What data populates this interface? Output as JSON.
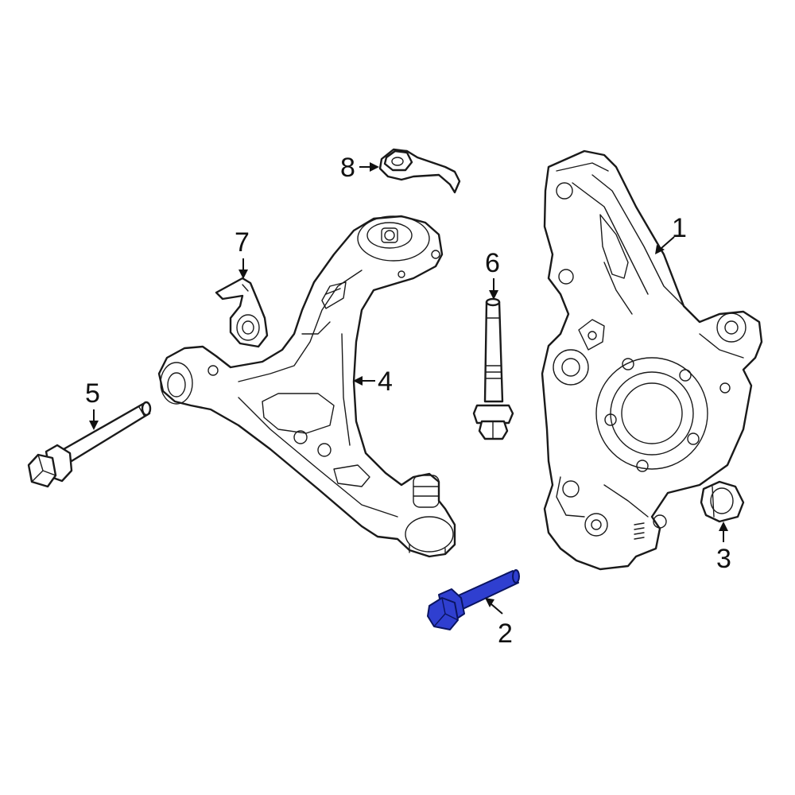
{
  "callouts": [
    {
      "id": "1",
      "label": "1"
    },
    {
      "id": "2",
      "label": "2"
    },
    {
      "id": "3",
      "label": "3"
    },
    {
      "id": "4",
      "label": "4"
    },
    {
      "id": "5",
      "label": "5"
    },
    {
      "id": "6",
      "label": "6"
    },
    {
      "id": "7",
      "label": "7"
    },
    {
      "id": "8",
      "label": "8"
    }
  ],
  "highlighted_part": "2",
  "colors": {
    "highlight": "#2f3fd0",
    "line": "#1a1a1a",
    "background": "#ffffff"
  }
}
